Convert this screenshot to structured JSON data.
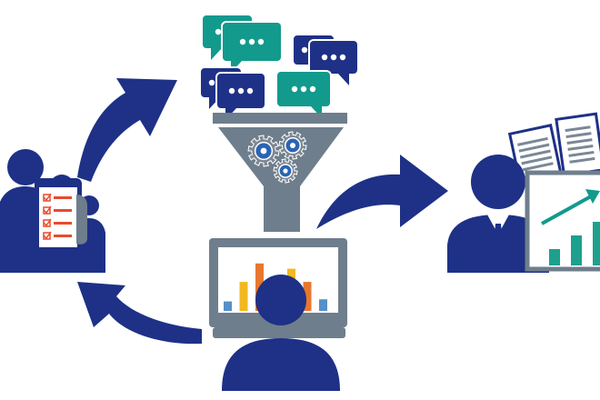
{
  "palette": {
    "navy": "#1e3187",
    "teal": "#129a8d",
    "steel": "#6e7e8c",
    "gear": "#7e8893",
    "gear_center": "#2b64b4",
    "chart_blue": "#5590c8",
    "chart_yellow": "#f2b820",
    "chart_orange": "#e8772e",
    "chart_green": "#1ea08e",
    "screen_border": "#6e7e8c",
    "phone_red": "#e84a2f",
    "newspaper_gray": "#7a8896",
    "white": "#ffffff"
  },
  "icons": [
    "chat-bubbles-icon",
    "funnel-icon",
    "gears-icon",
    "analyst-with-monitor-icon",
    "bar-chart-icon",
    "business-person-icon",
    "growth-report-icon",
    "newspaper-icon",
    "customer-group-icon",
    "survey-phone-icon",
    "cycle-arrow-icon"
  ],
  "chat_bubbles": [
    {
      "color": "teal"
    },
    {
      "color": "teal"
    },
    {
      "color": "navy"
    },
    {
      "color": "navy"
    },
    {
      "color": "navy"
    },
    {
      "color": "navy"
    },
    {
      "color": "teal"
    }
  ],
  "monitor_bars": [
    {
      "color": "chart_blue",
      "level": 0.18
    },
    {
      "color": "chart_yellow",
      "level": 0.55
    },
    {
      "color": "chart_orange",
      "level": 0.9
    },
    {
      "color": "chart_blue",
      "level": 0.35
    },
    {
      "color": "chart_yellow",
      "level": 0.8
    },
    {
      "color": "chart_orange",
      "level": 0.55
    },
    {
      "color": "chart_blue",
      "level": 0.22
    }
  ],
  "report_bars": [
    {
      "color": "chart_green",
      "level": 0.3
    },
    {
      "color": "chart_green",
      "level": 0.55
    },
    {
      "color": "chart_green",
      "level": 0.8
    }
  ],
  "checklist_items": 4
}
